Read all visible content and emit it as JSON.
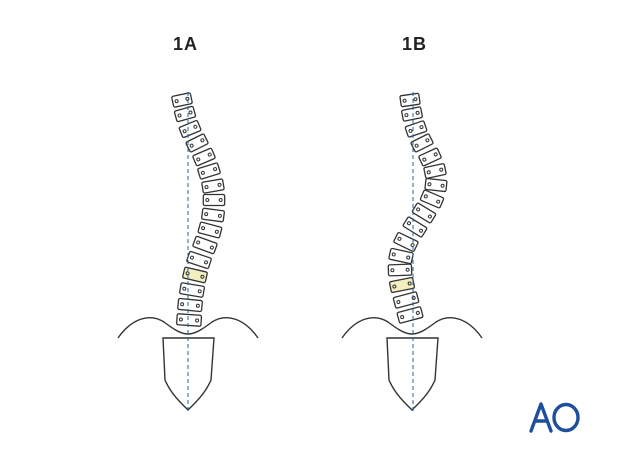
{
  "panels": [
    {
      "label": "1A",
      "highlighted_vertebra": 12
    },
    {
      "label": "1B",
      "highlighted_vertebra": 13
    }
  ],
  "logo": {
    "text": "AO"
  },
  "colors": {
    "outline": "#333333",
    "vertebra_fill": "#ffffff",
    "highlight_fill": "#f3efc1",
    "midline": "#2b5fa8",
    "logo": "#1f4e9c"
  }
}
